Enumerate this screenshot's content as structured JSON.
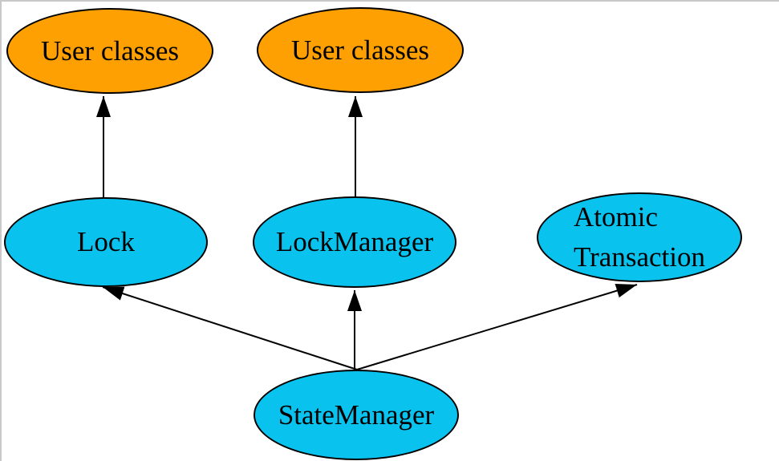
{
  "diagram": {
    "background_color": "#ffffff",
    "frame_border_color": "#c8c8c8",
    "stroke_color": "#000000",
    "text_color": "#000000",
    "node_fill_user": "#fe9f02",
    "node_fill_component": "#0ac2ee",
    "nodes": [
      {
        "id": "user-classes-left",
        "label": "User classes",
        "kind": "user-classes"
      },
      {
        "id": "user-classes-right",
        "label": "User classes",
        "kind": "user-classes"
      },
      {
        "id": "lock",
        "label": "Lock",
        "kind": "component"
      },
      {
        "id": "lock-manager",
        "label": "LockManager",
        "kind": "component"
      },
      {
        "id": "atomic-transaction",
        "label": "Atomic Transaction",
        "label_lines": [
          "Atomic",
          "Transaction"
        ],
        "kind": "component"
      },
      {
        "id": "state-manager",
        "label": "StateManager",
        "kind": "component"
      }
    ],
    "edges": [
      {
        "from": "lock",
        "to": "user-classes-left",
        "style": "solid-arrow"
      },
      {
        "from": "lock-manager",
        "to": "user-classes-right",
        "style": "solid-arrow"
      },
      {
        "from": "state-manager",
        "to": "lock",
        "style": "solid-arrow"
      },
      {
        "from": "state-manager",
        "to": "lock-manager",
        "style": "solid-arrow"
      },
      {
        "from": "state-manager",
        "to": "atomic-transaction",
        "style": "solid-arrow"
      }
    ]
  }
}
